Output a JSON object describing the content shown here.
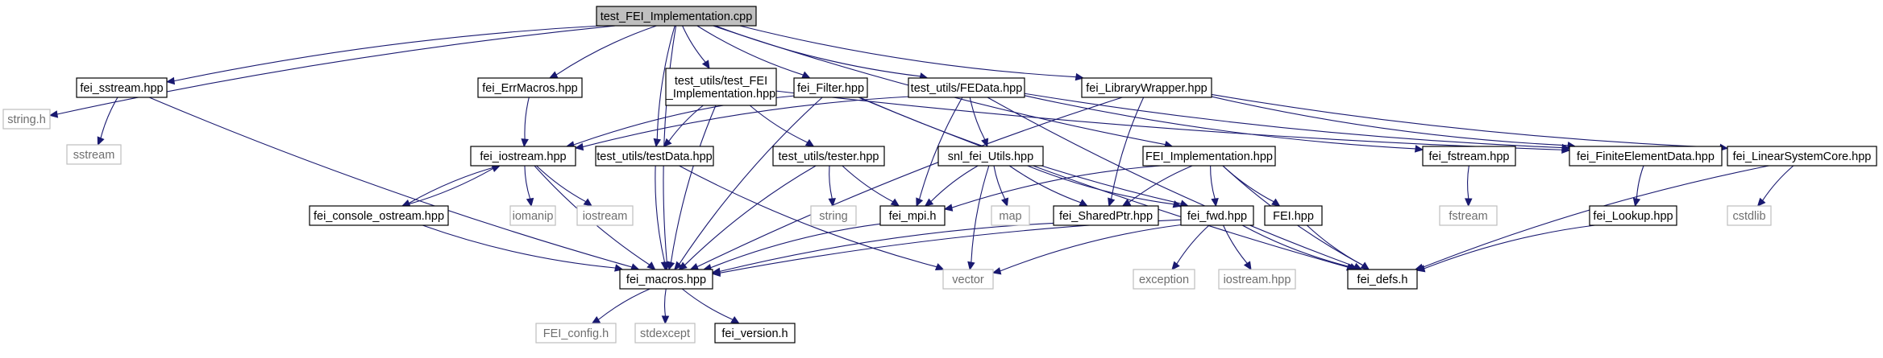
{
  "colors": {
    "edge": "#191970",
    "root_fill": "#bfbfbf",
    "system_border": "#bfbfbf",
    "system_text": "#6e6e6e",
    "local_border": "#000000"
  },
  "nodes": [
    {
      "id": "root",
      "lines": [
        "test_FEI_Implementation.cpp"
      ],
      "kind": "root"
    },
    {
      "id": "string_h",
      "lines": [
        "string.h"
      ],
      "kind": "sys"
    },
    {
      "id": "fei_sstream",
      "lines": [
        "fei_sstream.hpp"
      ],
      "kind": "local"
    },
    {
      "id": "fei_errmacros",
      "lines": [
        "fei_ErrMacros.hpp"
      ],
      "kind": "local"
    },
    {
      "id": "test_fei_impl",
      "lines": [
        "test_utils/test_FEI",
        "_Implementation.hpp"
      ],
      "kind": "local"
    },
    {
      "id": "fei_filter",
      "lines": [
        "fei_Filter.hpp"
      ],
      "kind": "local"
    },
    {
      "id": "fedata",
      "lines": [
        "test_utils/FEData.hpp"
      ],
      "kind": "local"
    },
    {
      "id": "fei_libwrapper",
      "lines": [
        "fei_LibraryWrapper.hpp"
      ],
      "kind": "local"
    },
    {
      "id": "sstream",
      "lines": [
        "sstream"
      ],
      "kind": "sys"
    },
    {
      "id": "fei_iostream",
      "lines": [
        "fei_iostream.hpp"
      ],
      "kind": "local"
    },
    {
      "id": "testdata",
      "lines": [
        "test_utils/testData.hpp"
      ],
      "kind": "local"
    },
    {
      "id": "tester",
      "lines": [
        "test_utils/tester.hpp"
      ],
      "kind": "local"
    },
    {
      "id": "snl_fei_utils",
      "lines": [
        "snl_fei_Utils.hpp"
      ],
      "kind": "local"
    },
    {
      "id": "fei_impl",
      "lines": [
        "FEI_Implementation.hpp"
      ],
      "kind": "local"
    },
    {
      "id": "fei_fstream",
      "lines": [
        "fei_fstream.hpp"
      ],
      "kind": "local"
    },
    {
      "id": "fei_fedata",
      "lines": [
        "fei_FiniteElementData.hpp"
      ],
      "kind": "local"
    },
    {
      "id": "fei_lscore",
      "lines": [
        "fei_LinearSystemCore.hpp"
      ],
      "kind": "local"
    },
    {
      "id": "fei_console",
      "lines": [
        "fei_console_ostream.hpp"
      ],
      "kind": "local"
    },
    {
      "id": "iomanip",
      "lines": [
        "iomanip"
      ],
      "kind": "sys"
    },
    {
      "id": "iostream",
      "lines": [
        "iostream"
      ],
      "kind": "sys"
    },
    {
      "id": "string",
      "lines": [
        "string"
      ],
      "kind": "sys"
    },
    {
      "id": "fei_mpi",
      "lines": [
        "fei_mpi.h"
      ],
      "kind": "local"
    },
    {
      "id": "map",
      "lines": [
        "map"
      ],
      "kind": "sys"
    },
    {
      "id": "fei_sharedptr",
      "lines": [
        "fei_SharedPtr.hpp"
      ],
      "kind": "local"
    },
    {
      "id": "fei_fwd",
      "lines": [
        "fei_fwd.hpp"
      ],
      "kind": "local"
    },
    {
      "id": "fei_hpp",
      "lines": [
        "FEI.hpp"
      ],
      "kind": "local"
    },
    {
      "id": "fstream",
      "lines": [
        "fstream"
      ],
      "kind": "sys"
    },
    {
      "id": "fei_lookup",
      "lines": [
        "fei_Lookup.hpp"
      ],
      "kind": "local"
    },
    {
      "id": "cstdlib",
      "lines": [
        "cstdlib"
      ],
      "kind": "sys"
    },
    {
      "id": "fei_macros",
      "lines": [
        "fei_macros.hpp"
      ],
      "kind": "local"
    },
    {
      "id": "vector",
      "lines": [
        "vector"
      ],
      "kind": "sys"
    },
    {
      "id": "exception",
      "lines": [
        "exception"
      ],
      "kind": "sys"
    },
    {
      "id": "iostream_hpp",
      "lines": [
        "iostream.hpp"
      ],
      "kind": "sys"
    },
    {
      "id": "fei_defs",
      "lines": [
        "fei_defs.h"
      ],
      "kind": "local"
    },
    {
      "id": "fei_config",
      "lines": [
        "FEI_config.h"
      ],
      "kind": "sys"
    },
    {
      "id": "stdexcept",
      "lines": [
        "stdexcept"
      ],
      "kind": "sys"
    },
    {
      "id": "fei_version",
      "lines": [
        "fei_version.h"
      ],
      "kind": "local"
    }
  ],
  "edges": [
    [
      "root",
      "string_h"
    ],
    [
      "root",
      "fei_sstream"
    ],
    [
      "root",
      "fei_errmacros"
    ],
    [
      "root",
      "test_fei_impl"
    ],
    [
      "root",
      "fei_filter"
    ],
    [
      "root",
      "fedata"
    ],
    [
      "root",
      "fei_libwrapper"
    ],
    [
      "root",
      "testdata"
    ],
    [
      "root",
      "fei_impl"
    ],
    [
      "root",
      "fei_macros"
    ],
    [
      "fei_sstream",
      "sstream"
    ],
    [
      "fei_sstream",
      "fei_macros"
    ],
    [
      "fei_errmacros",
      "fei_iostream"
    ],
    [
      "test_fei_impl",
      "fei_macros"
    ],
    [
      "test_fei_impl",
      "testdata"
    ],
    [
      "test_fei_impl",
      "tester"
    ],
    [
      "test_fei_impl",
      "fei_fedata"
    ],
    [
      "fei_filter",
      "fei_iostream"
    ],
    [
      "fei_filter",
      "fei_fwd"
    ],
    [
      "fei_filter",
      "fei_defs"
    ],
    [
      "fei_filter",
      "fei_macros"
    ],
    [
      "fedata",
      "fei_iostream"
    ],
    [
      "fedata",
      "fei_mpi"
    ],
    [
      "fedata",
      "snl_fei_utils"
    ],
    [
      "fedata",
      "fei_fstream"
    ],
    [
      "fedata",
      "fei_defs"
    ],
    [
      "fedata",
      "fei_fedata"
    ],
    [
      "fei_libwrapper",
      "fei_sharedptr"
    ],
    [
      "fei_libwrapper",
      "fei_fedata"
    ],
    [
      "fei_libwrapper",
      "fei_lscore"
    ],
    [
      "fei_libwrapper",
      "fei_macros"
    ],
    [
      "fei_iostream",
      "fei_console"
    ],
    [
      "fei_iostream",
      "iomanip"
    ],
    [
      "fei_iostream",
      "iostream"
    ],
    [
      "fei_iostream",
      "fei_macros"
    ],
    [
      "fei_console",
      "fei_iostream"
    ],
    [
      "fei_console",
      "fei_macros"
    ],
    [
      "testdata",
      "fei_macros"
    ],
    [
      "testdata",
      "vector"
    ],
    [
      "tester",
      "string"
    ],
    [
      "tester",
      "fei_mpi"
    ],
    [
      "tester",
      "fei_macros"
    ],
    [
      "snl_fei_utils",
      "fei_mpi"
    ],
    [
      "snl_fei_utils",
      "map"
    ],
    [
      "snl_fei_utils",
      "fei_sharedptr"
    ],
    [
      "snl_fei_utils",
      "fei_fwd"
    ],
    [
      "snl_fei_utils",
      "vector"
    ],
    [
      "fei_impl",
      "fei_mpi"
    ],
    [
      "fei_impl",
      "fei_sharedptr"
    ],
    [
      "fei_impl",
      "fei_fwd"
    ],
    [
      "fei_impl",
      "fei_hpp"
    ],
    [
      "fei_impl",
      "fei_defs"
    ],
    [
      "fei_fstream",
      "fstream"
    ],
    [
      "fei_fedata",
      "fei_lookup"
    ],
    [
      "fei_lscore",
      "cstdlib"
    ],
    [
      "fei_lscore",
      "fei_defs"
    ],
    [
      "fei_lookup",
      "fei_defs"
    ],
    [
      "fei_mpi",
      "fei_macros"
    ],
    [
      "fei_sharedptr",
      "fei_macros"
    ],
    [
      "fei_fwd",
      "fei_macros"
    ],
    [
      "fei_fwd",
      "vector"
    ],
    [
      "fei_fwd",
      "exception"
    ],
    [
      "fei_fwd",
      "iostream_hpp"
    ],
    [
      "fei_fwd",
      "fei_defs"
    ],
    [
      "fei_hpp",
      "fei_defs"
    ],
    [
      "fei_macros",
      "fei_config"
    ],
    [
      "fei_macros",
      "stdexcept"
    ],
    [
      "fei_macros",
      "fei_version"
    ]
  ]
}
